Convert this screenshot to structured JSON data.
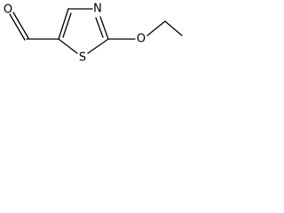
{
  "molecule": {
    "atoms": {
      "aldehyde_oxygen": "O",
      "ring_nitrogen": "N",
      "ring_sulfur": "S",
      "ether_oxygen": "O"
    },
    "colors": {
      "bond": "#000000",
      "label": "#000000",
      "background": "#ffffff"
    }
  }
}
